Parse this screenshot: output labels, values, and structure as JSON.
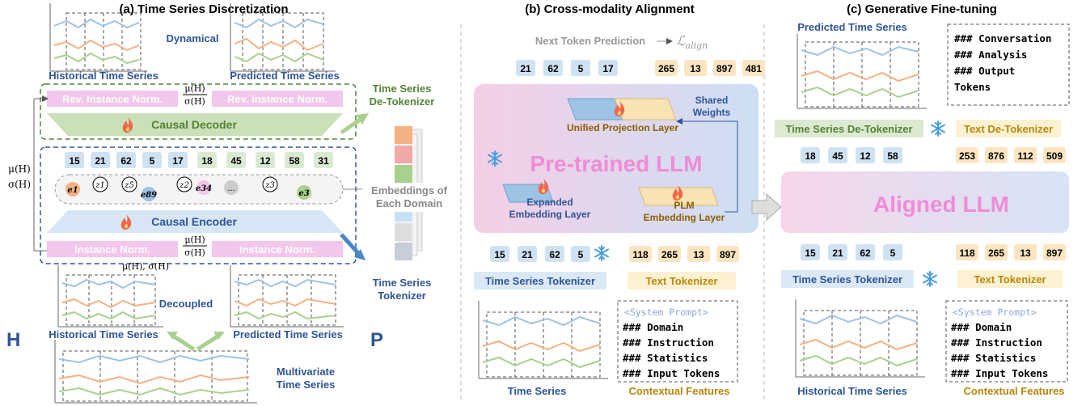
{
  "panel_a": {
    "title": "(a) Time Series Discretization",
    "dynamical": "Dynamical",
    "historical_top": "Historical Time Series",
    "predicted_top": "Predicted Time Series",
    "rev_norm": "Rev. Instance Norm.",
    "causal_decoder": "Causal Decoder",
    "causal_encoder": "Causal Encoder",
    "instance_norm": "Instance Norm.",
    "mu_h": "μ(H)",
    "sigma_h": "σ(H)",
    "mu_sigma": "μ(H), σ(H)",
    "tokens": [
      "15",
      "21",
      "62",
      "5",
      "17",
      "18",
      "45",
      "12",
      "58",
      "31"
    ],
    "codebook": [
      "e1",
      "z1",
      "z5",
      "e89",
      "z2",
      "e34",
      "...",
      "z3",
      "e3"
    ],
    "decoupled": "Decoupled",
    "historical_bottom": "Historical Time Series",
    "predicted_bottom": "Predicted Time Series",
    "h_letter": "H",
    "p_letter": "P",
    "multivariate": [
      "Multivariate",
      "Time Series"
    ],
    "de_tokenizer": [
      "Time Series",
      "De-Tokenizer"
    ],
    "tokenizer": [
      "Time Series",
      "Tokenizer"
    ],
    "embeddings": [
      "Embeddings of",
      "Each Domain"
    ]
  },
  "panel_b": {
    "title": "(b) Cross-modality Alignment",
    "next_token": "Next Token Prediction",
    "loss": "ℒ",
    "loss_sub": "align",
    "out_ts_tokens": [
      "21",
      "62",
      "5",
      "17"
    ],
    "out_text_tokens": [
      "265",
      "13",
      "897",
      "481"
    ],
    "llm": "Pre-trained LLM",
    "unified": "Unified Projection Layer",
    "shared": [
      "Shared",
      "Weights"
    ],
    "expanded": [
      "Expanded",
      "Embedding Layer"
    ],
    "plm": [
      "PLM",
      "Embedding Layer"
    ],
    "in_ts_tokens": [
      "15",
      "21",
      "62",
      "5"
    ],
    "in_text_tokens": [
      "118",
      "265",
      "13",
      "897"
    ],
    "ts_tokenizer": "Time Series Tokenizer",
    "text_tokenizer": "Text Tokenizer",
    "prompt": [
      "<System Prompt>",
      "### Domain",
      "### Instruction",
      "### Statistics",
      "### Input Tokens"
    ],
    "time_series": "Time Series",
    "contextual": "Contextual Features"
  },
  "panel_c": {
    "title": "(c) Generative Fine-tuning",
    "predicted": "Predicted Time Series",
    "output_box": [
      "### Conversation",
      "### Analysis",
      "### Output",
      "Tokens"
    ],
    "ts_detokenizer": "Time Series De-Tokenizer",
    "text_detokenizer": "Text De-Tokenizer",
    "out_ts_tokens": [
      "18",
      "45",
      "12",
      "58"
    ],
    "out_text_tokens": [
      "253",
      "876",
      "112",
      "509"
    ],
    "aligned": "Aligned LLM",
    "in_ts_tokens": [
      "15",
      "21",
      "62",
      "5"
    ],
    "in_text_tokens": [
      "118",
      "265",
      "13",
      "897"
    ],
    "ts_tokenizer": "Time Series Tokenizer",
    "text_tokenizer": "Text Tokenizer",
    "prompt": [
      "<System Prompt>",
      "### Domain",
      "### Instruction",
      "### Statistics",
      "### Input Tokens"
    ],
    "historical": "Historical Time Series",
    "contextual": "Contextual Features"
  },
  "colors": {
    "title": "#000000",
    "blue_label": "#2f5597",
    "green_label": "#548235",
    "orange_label": "#b8860b",
    "pink": "#f08cd6",
    "token_blue": "#cfe2f3",
    "token_green": "#d9ead3",
    "token_orange": "#fbe5c0",
    "line_blue": "#9dc3e6",
    "line_orange": "#f4b183",
    "line_green": "#a9d18e"
  },
  "icons": [
    "flame-icon",
    "snowflake-icon",
    "arrow-right-icon"
  ]
}
